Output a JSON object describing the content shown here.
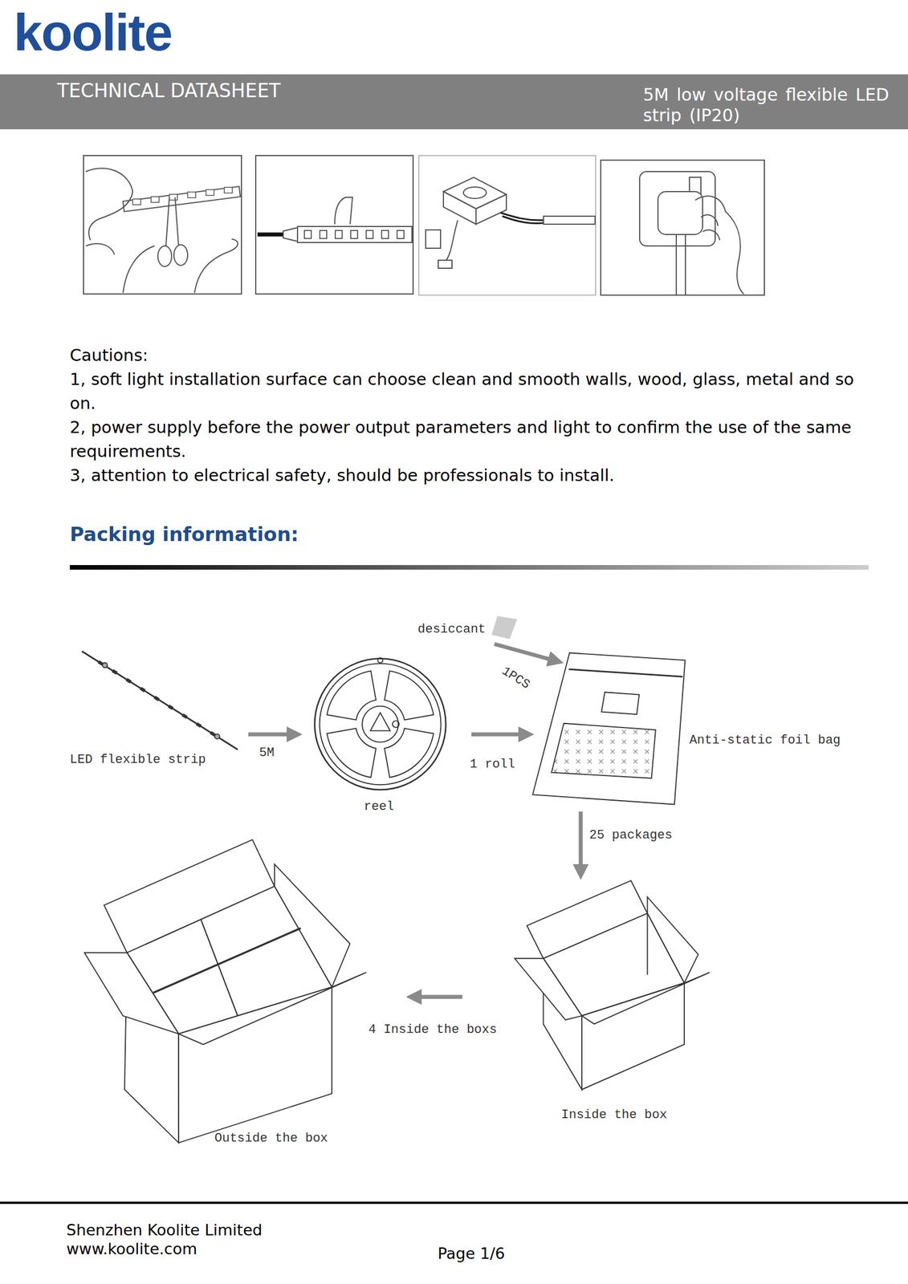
{
  "diagram": {
    "title": "Packing information:",
    "nodes": [
      {
        "text": [
          "desiccant"
        ]
      },
      {
        "text": [
          "LED flexible strip"
        ]
      },
      {
        "text": [
          "reel"
        ]
      },
      {
        "text": [
          "Anti-static foil bag"
        ]
      },
      {
        "text": [
          "Inside the box"
        ]
      },
      {
        "text": [
          "Outside the box"
        ]
      }
    ],
    "edges": [
      {
        "from": 1,
        "to": 2,
        "label": "5M",
        "arrow": "to"
      },
      {
        "from": 2,
        "to": 3,
        "label": "1 roll",
        "arrow": "to"
      },
      {
        "from": 0,
        "to": 3,
        "label": "1PCS",
        "arrow": "to"
      },
      {
        "from": 3,
        "to": 4,
        "label": "25 packages",
        "arrow": "to"
      },
      {
        "from": 4,
        "to": 5,
        "label": "4 Inside the boxs",
        "arrow": "to"
      }
    ],
    "labels": [
      "koolite",
      "TECHNICAL DATASHEET",
      "5M low voltage flexible LED strip (IP20)",
      "Cautions:",
      "1, soft light installation surface can choose clean and smooth walls, wood, glass, metal and so on.",
      "2, power supply before the power output parameters and light to confirm the use of the same requirements.",
      "3, attention to electrical safety, should be professionals to install.",
      "Shenzhen Koolite Limited",
      "www.koolite.com",
      "Page 1/6"
    ]
  }
}
